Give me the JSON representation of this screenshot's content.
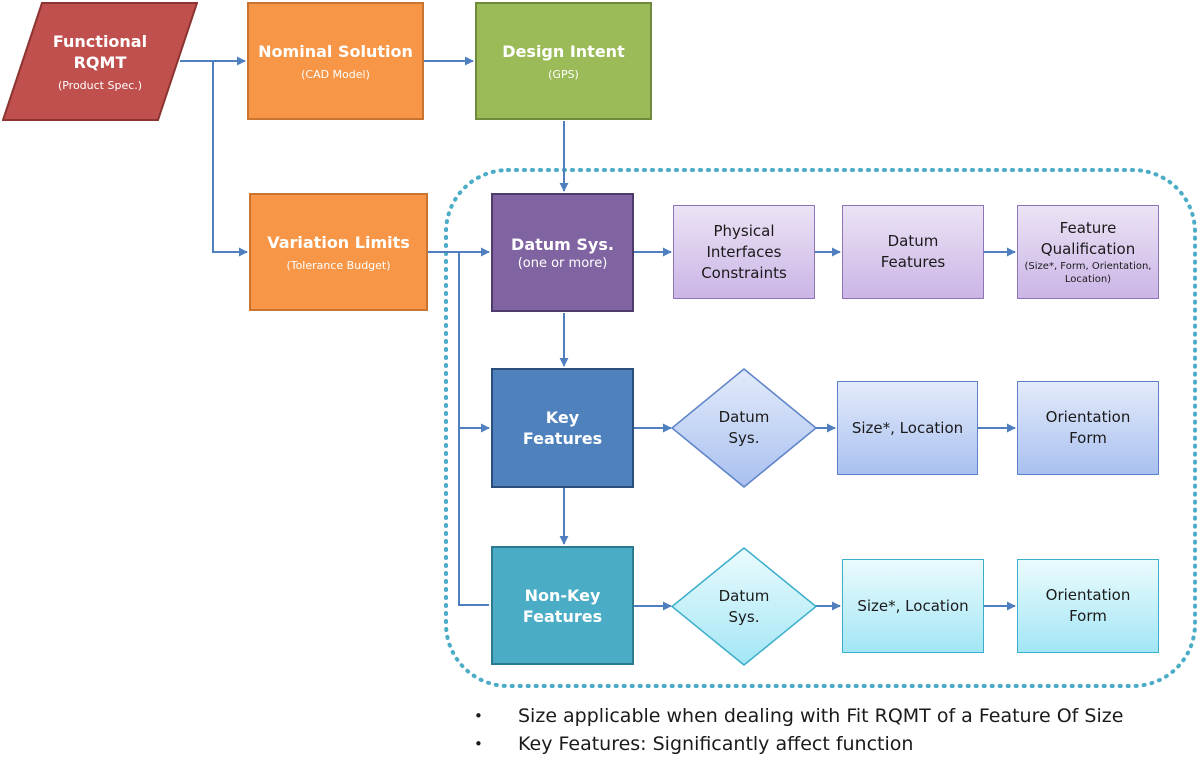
{
  "nodes": {
    "functional_rqmt": {
      "title": "Functional RQMT",
      "subtitle": "(Product Spec.)"
    },
    "nominal_solution": {
      "title": "Nominal Solution",
      "subtitle": "(CAD Model)"
    },
    "design_intent": {
      "title": "Design Intent",
      "subtitle": "(GPS)"
    },
    "variation_limits": {
      "title": "Variation Limits",
      "subtitle": "(Tolerance Budget)"
    },
    "datum_sys": {
      "title": "Datum Sys.",
      "subtitle": "(one or more)"
    },
    "physical_interfaces": {
      "title": "Physical Interfaces Constraints"
    },
    "datum_features": {
      "title": "Datum Features"
    },
    "feature_qualification": {
      "title": "Feature Qualification",
      "subtitle": "(Size*, Form, Orientation, Location)"
    },
    "key_features": {
      "title": "Key Features"
    },
    "key_datum_sys": {
      "title": "Datum Sys."
    },
    "key_size_location": {
      "title": "Size*, Location"
    },
    "key_orientation_form": {
      "title": "Orientation Form"
    },
    "nonkey_features": {
      "title": "Non-Key Features"
    },
    "nonkey_datum_sys": {
      "title": "Datum Sys."
    },
    "nonkey_size_location": {
      "title": "Size*, Location"
    },
    "nonkey_orientation_form": {
      "title": "Orientation Form"
    }
  },
  "notes": [
    "Size applicable when dealing with Fit RQMT of a Feature Of Size",
    "Key Features: Significantly affect function"
  ],
  "colors": {
    "connector": "#4f7fbf",
    "group_border": "#4bacc6"
  }
}
